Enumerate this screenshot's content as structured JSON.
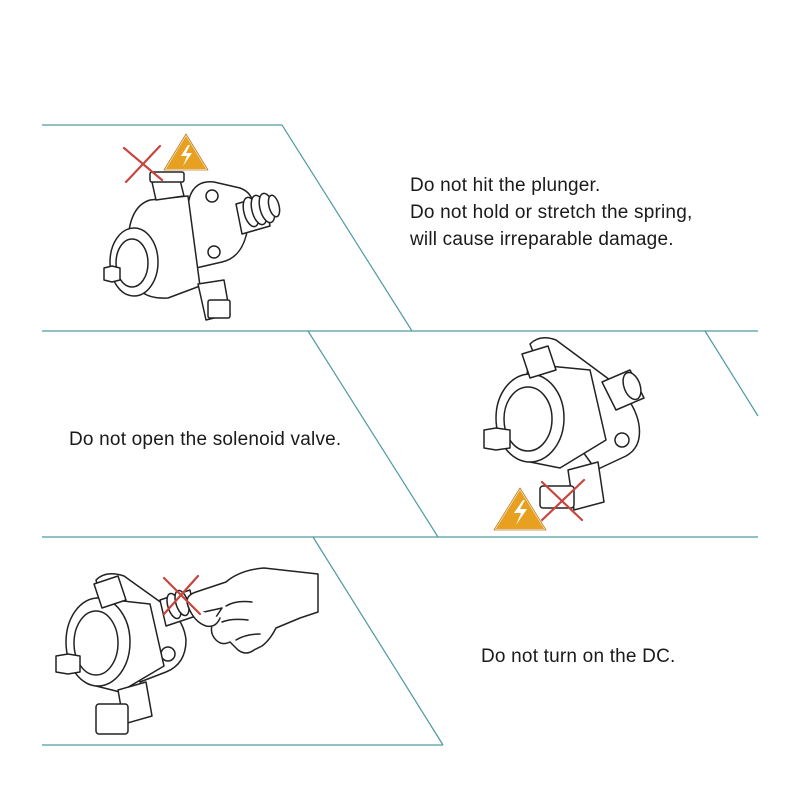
{
  "panels": [
    {
      "warning_lines": [
        "Do not hit the plunger.",
        "Do not hold or stretch the spring,",
        "will cause irreparable damage."
      ],
      "illustration": "pump-with-plunger-and-spring",
      "icons": [
        "warning-triangle-icon",
        "cross-mark-icon"
      ]
    },
    {
      "warning_lines": [
        "Do not open the solenoid valve."
      ],
      "illustration": "pump-with-solenoid-connector",
      "icons": [
        "warning-triangle-icon",
        "cross-mark-icon"
      ]
    },
    {
      "warning_lines": [
        "Do not turn on the DC."
      ],
      "illustration": "hand-holding-pump",
      "icons": [
        "cross-mark-icon"
      ]
    }
  ],
  "colors": {
    "divider": "#4f9aa2",
    "warning_fill": "#e8a020",
    "cross": "#c8453f",
    "line_art": "#222222"
  }
}
